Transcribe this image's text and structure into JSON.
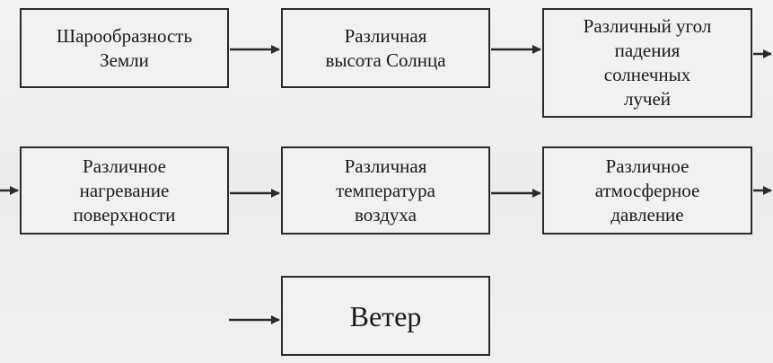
{
  "diagram": {
    "boxes": {
      "sphericity": "Шарообразность\nЗемли",
      "sun_height": "Различная\nвысота Солнца",
      "incidence_angle": "Различный угол\nпадения\nсолнечных\nлучей",
      "surface_heating": "Различное\nнагревание\nповерхности",
      "air_temperature": "Различная\nтемпература\nвоздуха",
      "pressure": "Различное\nатмосферное\nдавление",
      "wind": "Ветер"
    }
  }
}
